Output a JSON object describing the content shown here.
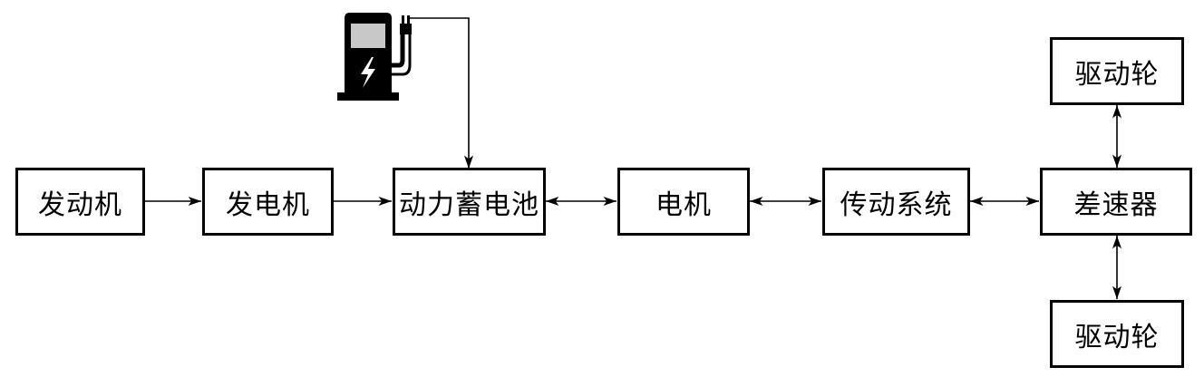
{
  "blocks": {
    "engine": "发动机",
    "generator": "发电机",
    "battery": "动力蓄电池",
    "motor": "电机",
    "transmission": "传动系统",
    "differential": "差速器",
    "wheel_top": "驱动轮",
    "wheel_bottom": "驱动轮"
  },
  "icons": {
    "charging_station": "charging-station-icon"
  }
}
